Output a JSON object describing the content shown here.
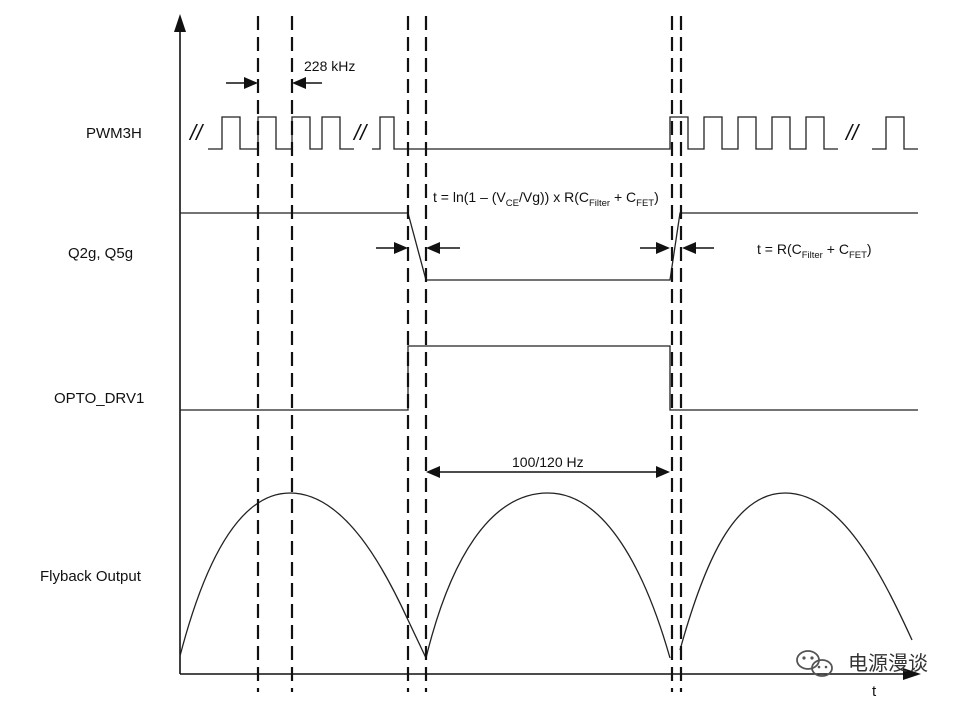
{
  "signals": {
    "pwm": "PWM3H",
    "gate": "Q2g, Q5g",
    "opto": "OPTO_DRV1",
    "flyback": "Flyback Output"
  },
  "annotations": {
    "freq_pwm": "228 kHz",
    "line_freq": "100/120 Hz",
    "fall_time": {
      "prefix": "t = ln(1 – (V",
      "sub1": "CE",
      "mid1": "/Vg)) x R(C",
      "sub2": "Filter",
      "mid2": " + C",
      "sub3": "FET",
      "suffix": ")"
    },
    "rise_time": {
      "prefix": "t = R(C",
      "sub1": "Filter",
      "mid1": " + C",
      "sub2": "FET",
      "suffix": ")"
    },
    "break_mark": "//"
  },
  "axis": {
    "x_label": "t"
  },
  "watermark": {
    "text": "电源漫谈"
  }
}
